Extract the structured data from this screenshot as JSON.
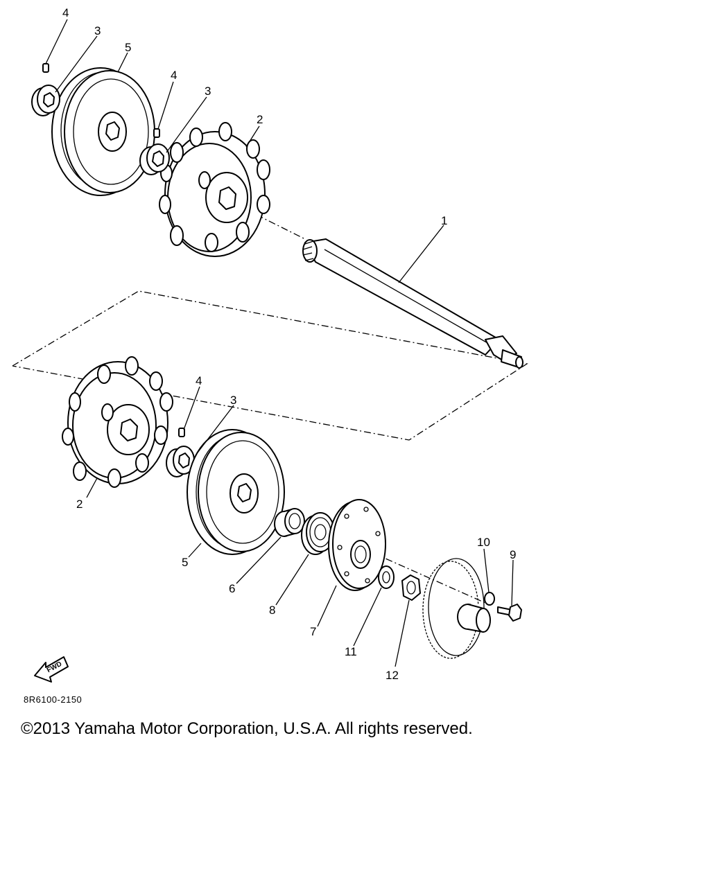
{
  "callouts": {
    "c1": "1",
    "c2a": "2",
    "c2b": "2",
    "c3a": "3",
    "c3b": "3",
    "c3c": "3",
    "c4a": "4",
    "c4b": "4",
    "c4c": "4",
    "c5a": "5",
    "c5b": "5",
    "c6": "6",
    "c7": "7",
    "c8": "8",
    "c9": "9",
    "c10": "10",
    "c11": "11",
    "c12": "12"
  },
  "fwd_label": "FWD",
  "figure_code": "8R6100-2150",
  "copyright": "©2013 Yamaha Motor Corporation, U.S.A. All rights reserved."
}
